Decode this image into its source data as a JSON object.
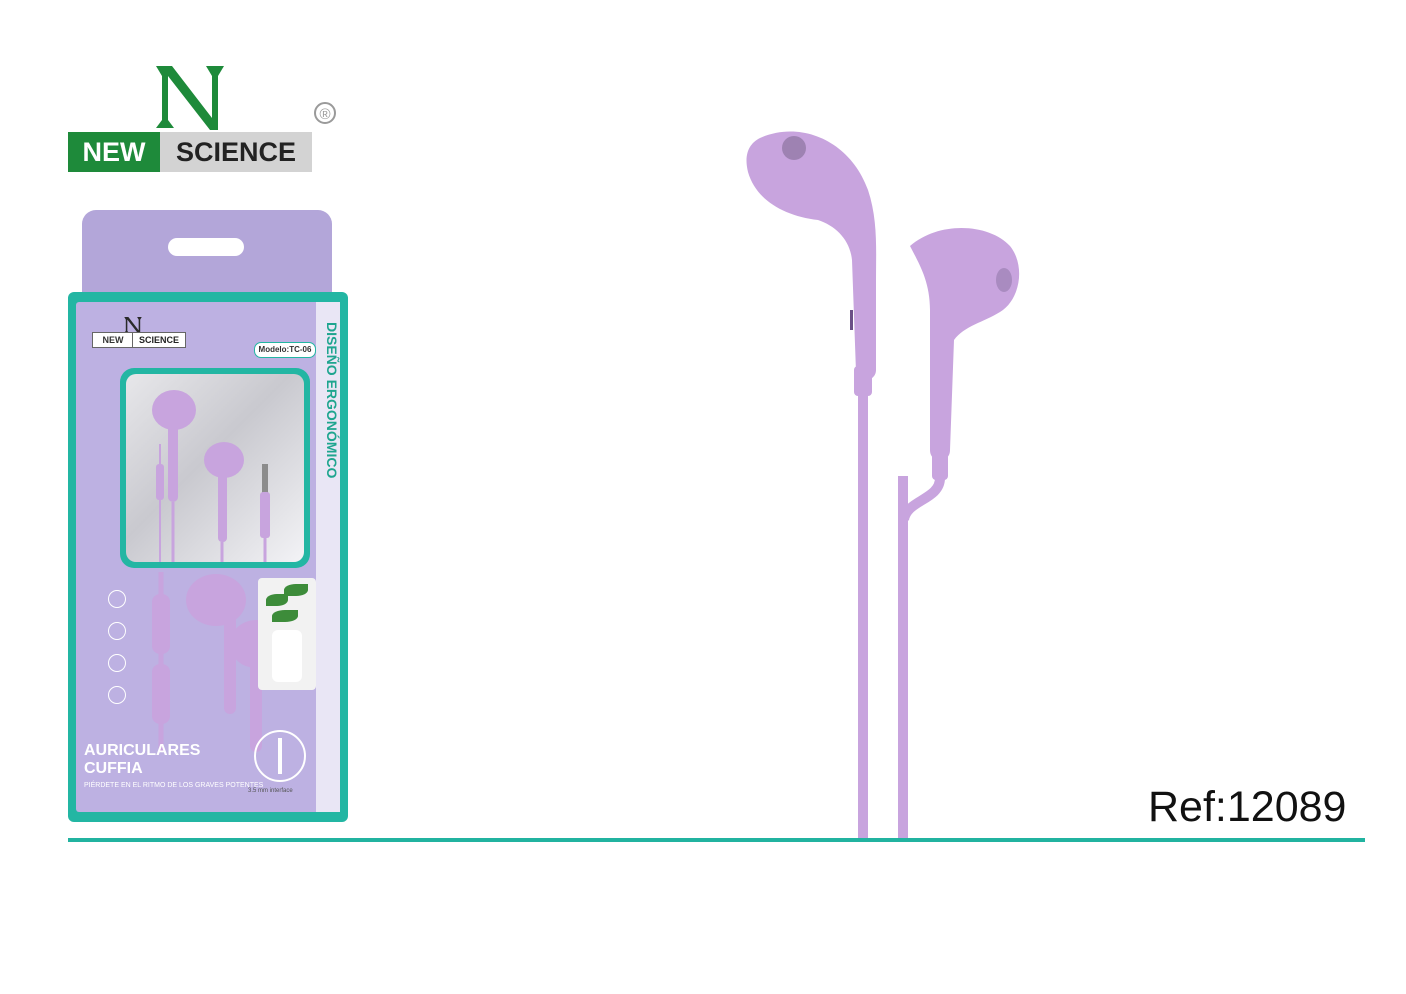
{
  "brand": {
    "left": "NEW",
    "right": "SCIENCE",
    "registered": "®",
    "colors": {
      "green": "#1e8a3a",
      "gray": "#d3d3d3"
    }
  },
  "package": {
    "logo_left": "NEW",
    "logo_right": "SCIENCE",
    "model": "Modelo:TC-06",
    "vertical_title": "DISEÑO ERGONÓMICO",
    "title_line1": "AURICULARES",
    "title_line2": "CUFFIA",
    "subtitle": "PIÉRDETE EN EL RITMO DE LOS GRAVES POTENTES",
    "jack_label": "3.5 mm interface",
    "feature_icons": [
      "headphone-icon",
      "touch-icon",
      "drop-icon",
      "sound-wave-icon"
    ],
    "colors": {
      "teal": "#23b6a3",
      "lavender": "#bdb1e2"
    }
  },
  "ref": "Ref:12089",
  "product_color": "#c8a4de"
}
